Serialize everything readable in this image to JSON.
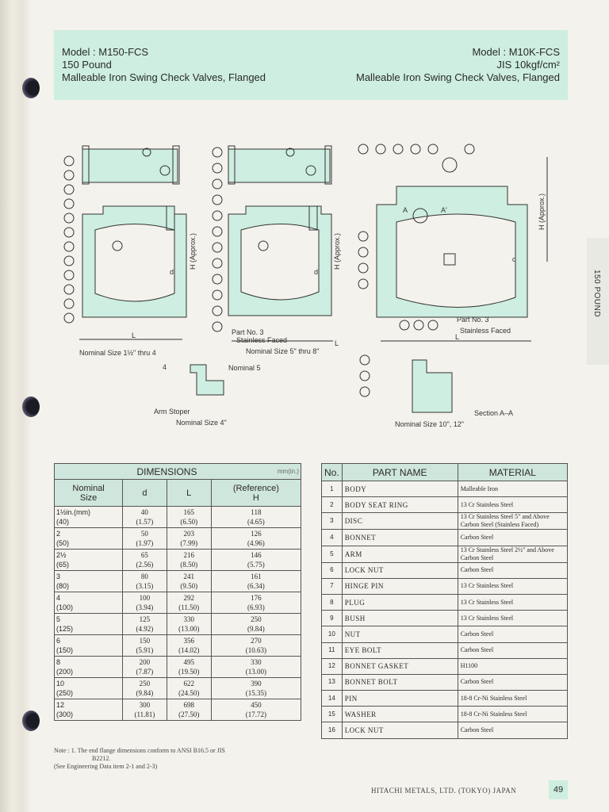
{
  "header": {
    "left": [
      "Model : M150-FCS",
      "150 Pound",
      "Malleable Iron Swing Check Valves, Flanged"
    ],
    "right": [
      "Model : M10K-FCS",
      "JIS 10kgf/cm²",
      "Malleable Iron Swing Check Valves, Flanged"
    ]
  },
  "side_tab": "150 POUND",
  "diagram_labels": {
    "nominal_small": "Nominal Size 1½\" thru 4",
    "four": "4",
    "arm_stoper": "Arm Stoper",
    "nominal_4": "Nominal Size 4\"",
    "nominal_mid": "Nominal Size 5\" thru 8\"",
    "nominal_5": "Nominal 5",
    "part_no_3": "Part No. 3",
    "stainless_faced": "Stainless Faced",
    "section": "Section A–A",
    "nominal_large": "Nominal Size 10\", 12\"",
    "h_approx": "H (Approx.)",
    "d": "d",
    "l": "L",
    "a": "A",
    "a_prime": "A'"
  },
  "dimensions": {
    "title": "DIMENSIONS",
    "unit": "mm(in.)",
    "col_nominal": [
      "Nominal",
      "Size"
    ],
    "col_d": "d",
    "col_l": "L",
    "col_h": [
      "(Reference)",
      "H"
    ],
    "rows": [
      {
        "size": "1½in.(mm)",
        "size_mm": "(40)",
        "d": "40",
        "d_in": "(1.57)",
        "l": "165",
        "l_in": "(6.50)",
        "h": "118",
        "h_in": "(4.65)"
      },
      {
        "size": "2",
        "size_mm": "(50)",
        "d": "50",
        "d_in": "(1.97)",
        "l": "203",
        "l_in": "(7.99)",
        "h": "126",
        "h_in": "(4.96)"
      },
      {
        "size": "2½",
        "size_mm": "(65)",
        "d": "65",
        "d_in": "(2.56)",
        "l": "216",
        "l_in": "(8.50)",
        "h": "146",
        "h_in": "(5.75)"
      },
      {
        "size": "3",
        "size_mm": "(80)",
        "d": "80",
        "d_in": "(3.15)",
        "l": "241",
        "l_in": "(9.50)",
        "h": "161",
        "h_in": "(6.34)"
      },
      {
        "size": "4",
        "size_mm": "(100)",
        "d": "100",
        "d_in": "(3.94)",
        "l": "292",
        "l_in": "(11.50)",
        "h": "176",
        "h_in": "(6.93)"
      },
      {
        "size": "5",
        "size_mm": "(125)",
        "d": "125",
        "d_in": "(4.92)",
        "l": "330",
        "l_in": "(13.00)",
        "h": "250",
        "h_in": "(9.84)"
      },
      {
        "size": "6",
        "size_mm": "(150)",
        "d": "150",
        "d_in": "(5.91)",
        "l": "356",
        "l_in": "(14.02)",
        "h": "270",
        "h_in": "(10.63)"
      },
      {
        "size": "8",
        "size_mm": "(200)",
        "d": "200",
        "d_in": "(7.87)",
        "l": "495",
        "l_in": "(19.50)",
        "h": "330",
        "h_in": "(13.00)"
      },
      {
        "size": "10",
        "size_mm": "(250)",
        "d": "250",
        "d_in": "(9.84)",
        "l": "622",
        "l_in": "(24.50)",
        "h": "390",
        "h_in": "(15.35)"
      },
      {
        "size": "12",
        "size_mm": "(300)",
        "d": "300",
        "d_in": "(11.81)",
        "l": "698",
        "l_in": "(27.50)",
        "h": "450",
        "h_in": "(17.72)"
      }
    ]
  },
  "parts": {
    "col_no": "No.",
    "col_name": "PART NAME",
    "col_material": "MATERIAL",
    "rows": [
      {
        "no": "1",
        "name": "BODY",
        "material": "Malleable Iron"
      },
      {
        "no": "2",
        "name": "BODY SEAT RING",
        "material": "13 Cr Stainless Steel"
      },
      {
        "no": "3",
        "name": "DISC",
        "material": "13 Cr Stainless Steel 5\" and Above Carbon Steel (Stainless Faced)"
      },
      {
        "no": "4",
        "name": "BONNET",
        "material": "Carbon Steel"
      },
      {
        "no": "5",
        "name": "ARM",
        "material": "13 Cr Stainless Steel 2½\" and Above Carbon Steel"
      },
      {
        "no": "6",
        "name": "LOCK NUT",
        "material": "Carbon Steel"
      },
      {
        "no": "7",
        "name": "HINGE PIN",
        "material": "13 Cr Stainless Steel"
      },
      {
        "no": "8",
        "name": "PLUG",
        "material": "13 Cr Stainless Steel"
      },
      {
        "no": "9",
        "name": "BUSH",
        "material": "13 Cr Stainless Steel"
      },
      {
        "no": "10",
        "name": "NUT",
        "material": "Carbon Steel"
      },
      {
        "no": "11",
        "name": "EYE BOLT",
        "material": "Carbon Steel"
      },
      {
        "no": "12",
        "name": "BONNET GASKET",
        "material": "H1100"
      },
      {
        "no": "13",
        "name": "BONNET BOLT",
        "material": "Carbon Steel"
      },
      {
        "no": "14",
        "name": "PIN",
        "material": "18-8 Cr-Ni Stainless Steel"
      },
      {
        "no": "15",
        "name": "WASHER",
        "material": "18-8 Cr-Ni Stainless Steel"
      },
      {
        "no": "16",
        "name": "LOCK NUT",
        "material": "Carbon Steel"
      }
    ]
  },
  "note": [
    "Note : 1. The end flange dimensions conform to ANSI B16.5 or JIS",
    "B2212.",
    "(See Engineering Data item 2-1 and 2-3)"
  ],
  "footer": "HITACHI METALS, LTD. (TOKYO) JAPAN",
  "page_number": "49"
}
